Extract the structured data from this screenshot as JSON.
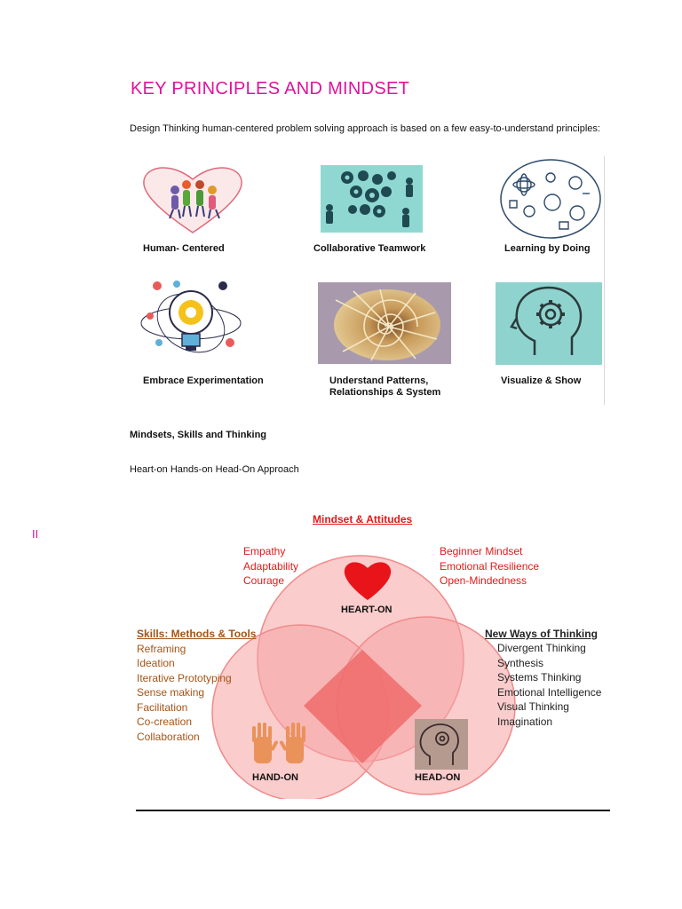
{
  "title": "KEY PRINCIPLES AND MINDSET",
  "intro": "Design Thinking human-centered problem solving approach is based on a few easy-to-understand principles:",
  "principles": [
    {
      "label": "Human- Centered",
      "icon": "heart-people-icon"
    },
    {
      "label": "Collaborative Teamwork",
      "icon": "gears-team-icon"
    },
    {
      "label": "Learning by Doing",
      "icon": "circle-learning-icon"
    },
    {
      "label": "Embrace Experimentation",
      "icon": "lightbulb-gear-icon"
    },
    {
      "label": "Understand Patterns, Relationships & System",
      "label_line1": "Understand Patterns,",
      "label_line2": "Relationships & System",
      "icon": "nautilus-shell-image"
    },
    {
      "label": "Visualize & Show",
      "icon": "head-gear-icon"
    }
  ],
  "mindsets_heading": "Mindsets, Skills and Thinking",
  "approach_line": "Heart-on  Hands-on  Head-On Approach",
  "margin_marker": "II",
  "venn": {
    "title": "Mindset & Attitudes",
    "attitudes_left": [
      "Empathy",
      "Adaptability",
      "Courage"
    ],
    "attitudes_right": [
      "Beginner Mindset",
      "Emotional Resilience",
      "Open-Mindedness"
    ],
    "skills_heading": "Skills: Methods & Tools",
    "skills": [
      "Reframing",
      "Ideation",
      "Iterative Prototyping",
      "Sense making",
      "Facilitation",
      "Co-creation",
      "Collaboration"
    ],
    "thinking_heading": "New Ways of Thinking",
    "thinking": [
      "Divergent Thinking",
      "Synthesis",
      "Systems Thinking",
      "Emotional Intelligence",
      "Visual Thinking",
      "Imagination"
    ],
    "heart_label": "HEART-ON",
    "hand_label": "HAND-ON",
    "head_label": "HEAD-ON",
    "colors": {
      "attitude_text": "#e01a1a",
      "skills_text": "#a65415",
      "circle_fill": "#f5a3a3",
      "overlap_fill": "#f06b6b"
    }
  }
}
